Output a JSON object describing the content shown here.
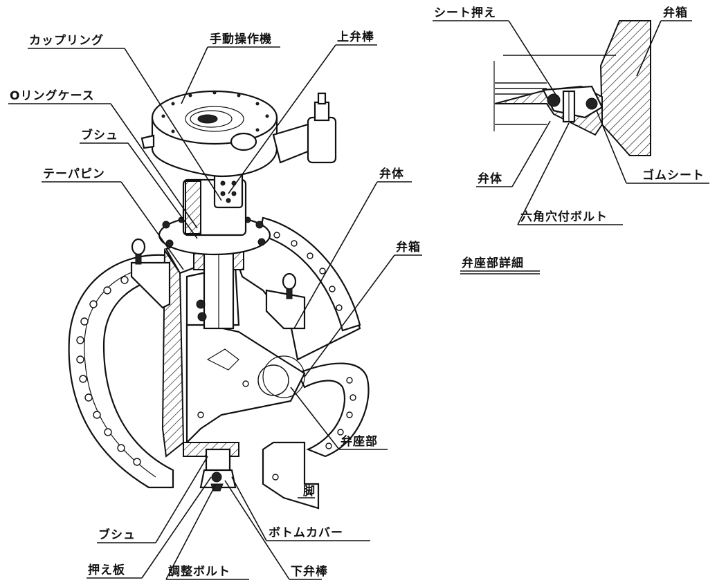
{
  "labels": {
    "coupling": "カップリング",
    "manual_operator": "手動操作機",
    "upper_stem": "上弁棒",
    "o_ring_case": "Oリングケース",
    "bush_top": "ブシュ",
    "taper_pin": "テーパピン",
    "valve_disc": "弁体",
    "valve_box": "弁箱",
    "valve_seat": "弁座部",
    "leg": "脚",
    "bush_bottom": "ブシュ",
    "bottom_cover": "ボトムカバー",
    "retainer_plate": "押え板",
    "adjust_bolt": "調整ボルト",
    "lower_stem": "下弁棒"
  },
  "detail": {
    "title": "弁座部詳細",
    "seat_retainer": "シート押え",
    "valve_box": "弁箱",
    "valve_disc": "弁体",
    "rubber_seat": "ゴムシート",
    "hex_socket_bolt": "六角穴付ボルト"
  }
}
